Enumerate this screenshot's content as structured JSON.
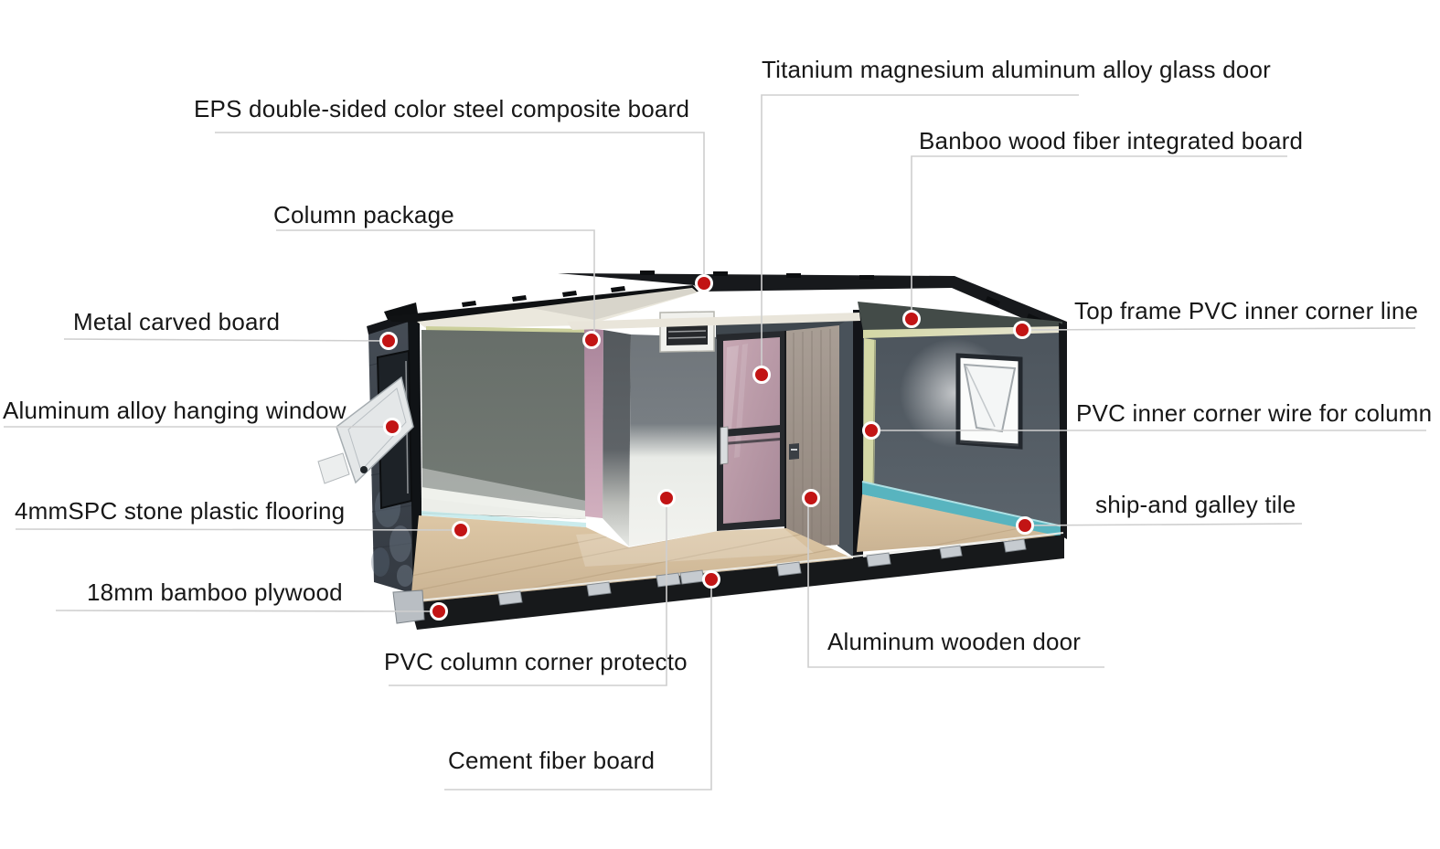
{
  "figure": {
    "title": "Expandable container house material callout diagram",
    "dot_color": "#c21414",
    "dot_ring_color": "#ffffff",
    "line_color": "#cfcfcf",
    "text_color": "#171717",
    "background": "#ffffff"
  },
  "labels": [
    {
      "id": "titanium-door",
      "text": "Titanium magnesium aluminum alloy glass door"
    },
    {
      "id": "eps-board",
      "text": "EPS double-sided color steel composite board"
    },
    {
      "id": "banboo-board",
      "text": "Banboo wood fiber integrated board"
    },
    {
      "id": "column-package",
      "text": "Column package"
    },
    {
      "id": "metal-carved",
      "text": "Metal carved board"
    },
    {
      "id": "top-frame",
      "text": "Top frame PVC inner corner line"
    },
    {
      "id": "hanging-window",
      "text": "Aluminum alloy hanging window"
    },
    {
      "id": "pvc-wire",
      "text": "PVC inner corner wire for column"
    },
    {
      "id": "spc-flooring",
      "text": "4mmSPC stone plastic flooring"
    },
    {
      "id": "ship-galley",
      "text": "ship-and galley tile"
    },
    {
      "id": "bamboo-plywood",
      "text": "18mm bamboo plywood"
    },
    {
      "id": "aluminum-door",
      "text": "Aluminum wooden door"
    },
    {
      "id": "pvc-protector",
      "text": "PVC column corner protecto"
    },
    {
      "id": "cement-board",
      "text": "Cement fiber board"
    }
  ]
}
